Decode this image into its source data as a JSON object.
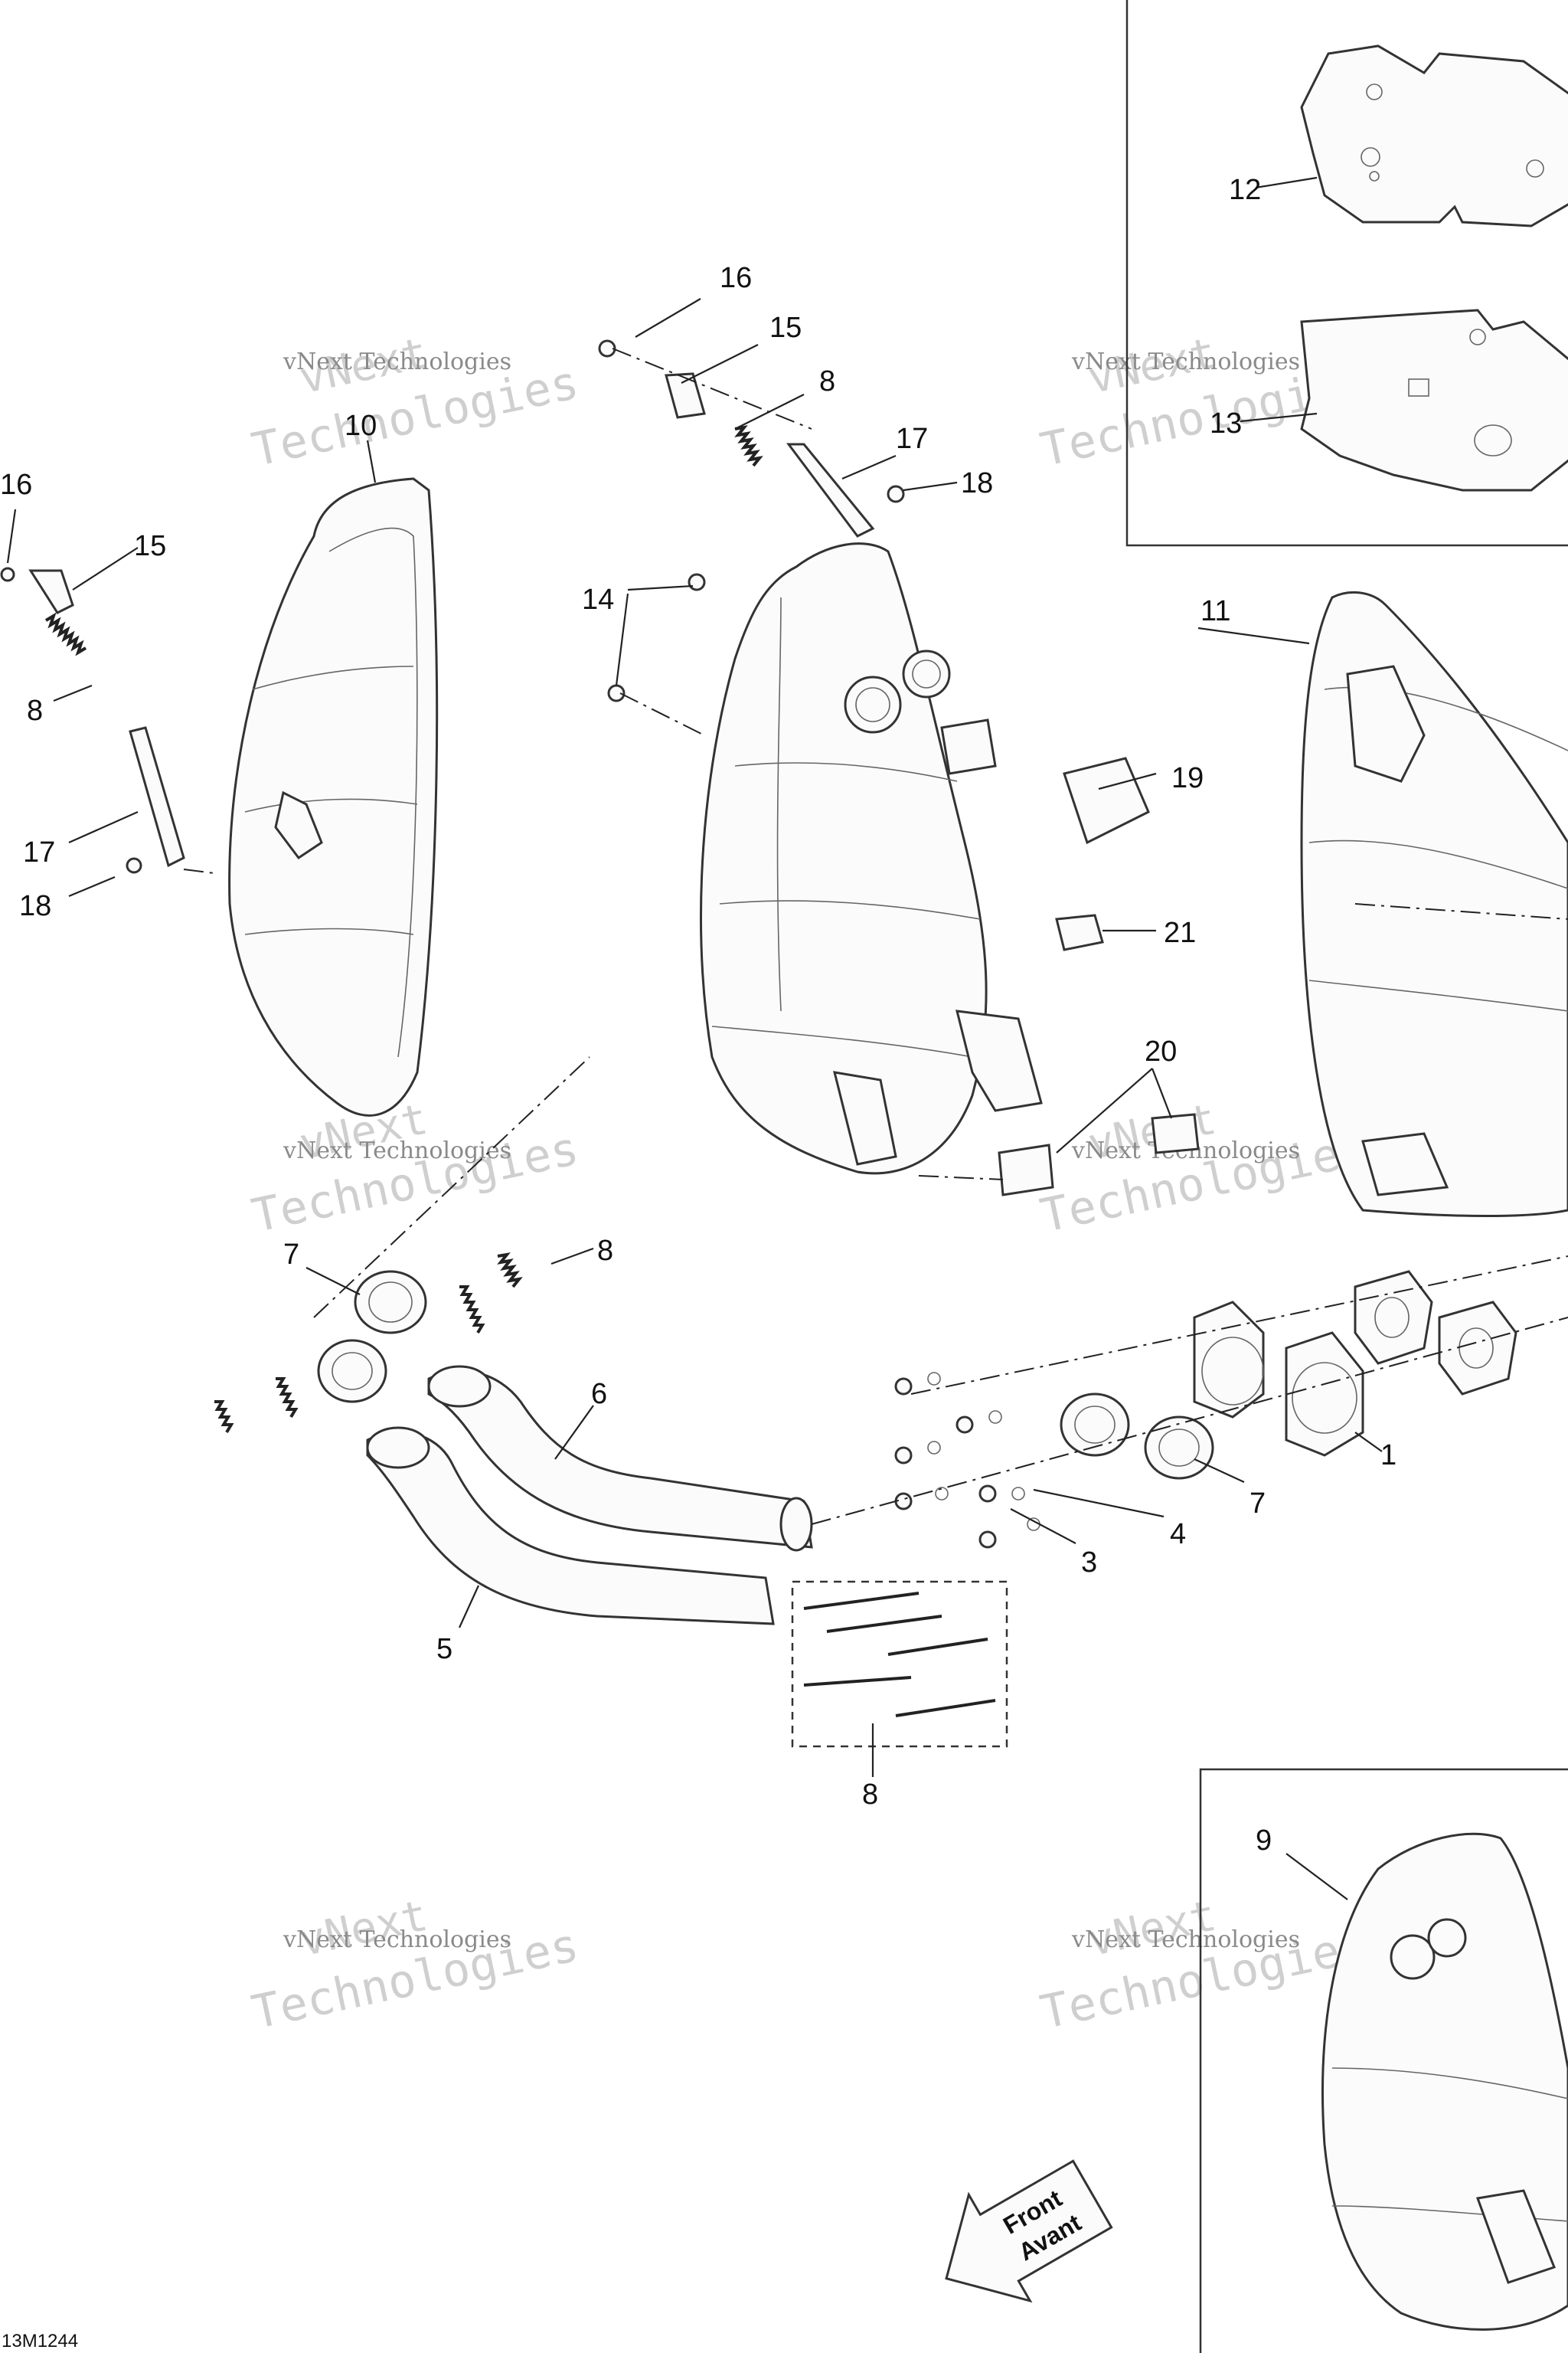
{
  "diagram": {
    "callouts": [
      {
        "id": "c12",
        "text": "12"
      },
      {
        "id": "c13",
        "text": "13"
      },
      {
        "id": "c16a",
        "text": "16"
      },
      {
        "id": "c15a",
        "text": "15"
      },
      {
        "id": "c8a",
        "text": "8"
      },
      {
        "id": "c17a",
        "text": "17"
      },
      {
        "id": "c18a",
        "text": "18"
      },
      {
        "id": "c14",
        "text": "14"
      },
      {
        "id": "c10",
        "text": "10"
      },
      {
        "id": "c16b",
        "text": "16"
      },
      {
        "id": "c15b",
        "text": "15"
      },
      {
        "id": "c8b",
        "text": "8"
      },
      {
        "id": "c17b",
        "text": "17"
      },
      {
        "id": "c18b",
        "text": "18"
      },
      {
        "id": "c11",
        "text": "11"
      },
      {
        "id": "c19",
        "text": "19"
      },
      {
        "id": "c21",
        "text": "21"
      },
      {
        "id": "c20",
        "text": "20"
      },
      {
        "id": "c7a",
        "text": "7"
      },
      {
        "id": "c8c",
        "text": "8"
      },
      {
        "id": "c6",
        "text": "6"
      },
      {
        "id": "c1",
        "text": "1"
      },
      {
        "id": "c7b",
        "text": "7"
      },
      {
        "id": "c4",
        "text": "4"
      },
      {
        "id": "c3",
        "text": "3"
      },
      {
        "id": "c5",
        "text": "5"
      },
      {
        "id": "c8d",
        "text": "8"
      },
      {
        "id": "c9",
        "text": "9"
      }
    ],
    "watermark": {
      "line1": "vNext",
      "line2": "Technologies",
      "small": "vNext Technologies"
    },
    "front_arrow": {
      "line1": "Front",
      "line2": "Avant"
    },
    "drawing_code": "13M1244"
  }
}
